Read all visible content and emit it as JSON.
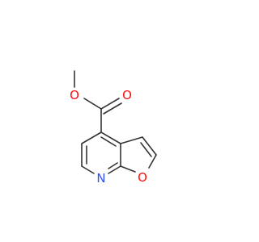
{
  "molecule": {
    "atoms": [
      {
        "id": "O_methoxy",
        "label": "O",
        "color": "#ff0d0d"
      },
      {
        "id": "O_carbonyl",
        "label": "O",
        "color": "#ff0d0d"
      },
      {
        "id": "O_furan",
        "label": "O",
        "color": "#ff0d0d"
      },
      {
        "id": "N_pyridine",
        "label": "N",
        "color": "#3050f8"
      }
    ]
  }
}
